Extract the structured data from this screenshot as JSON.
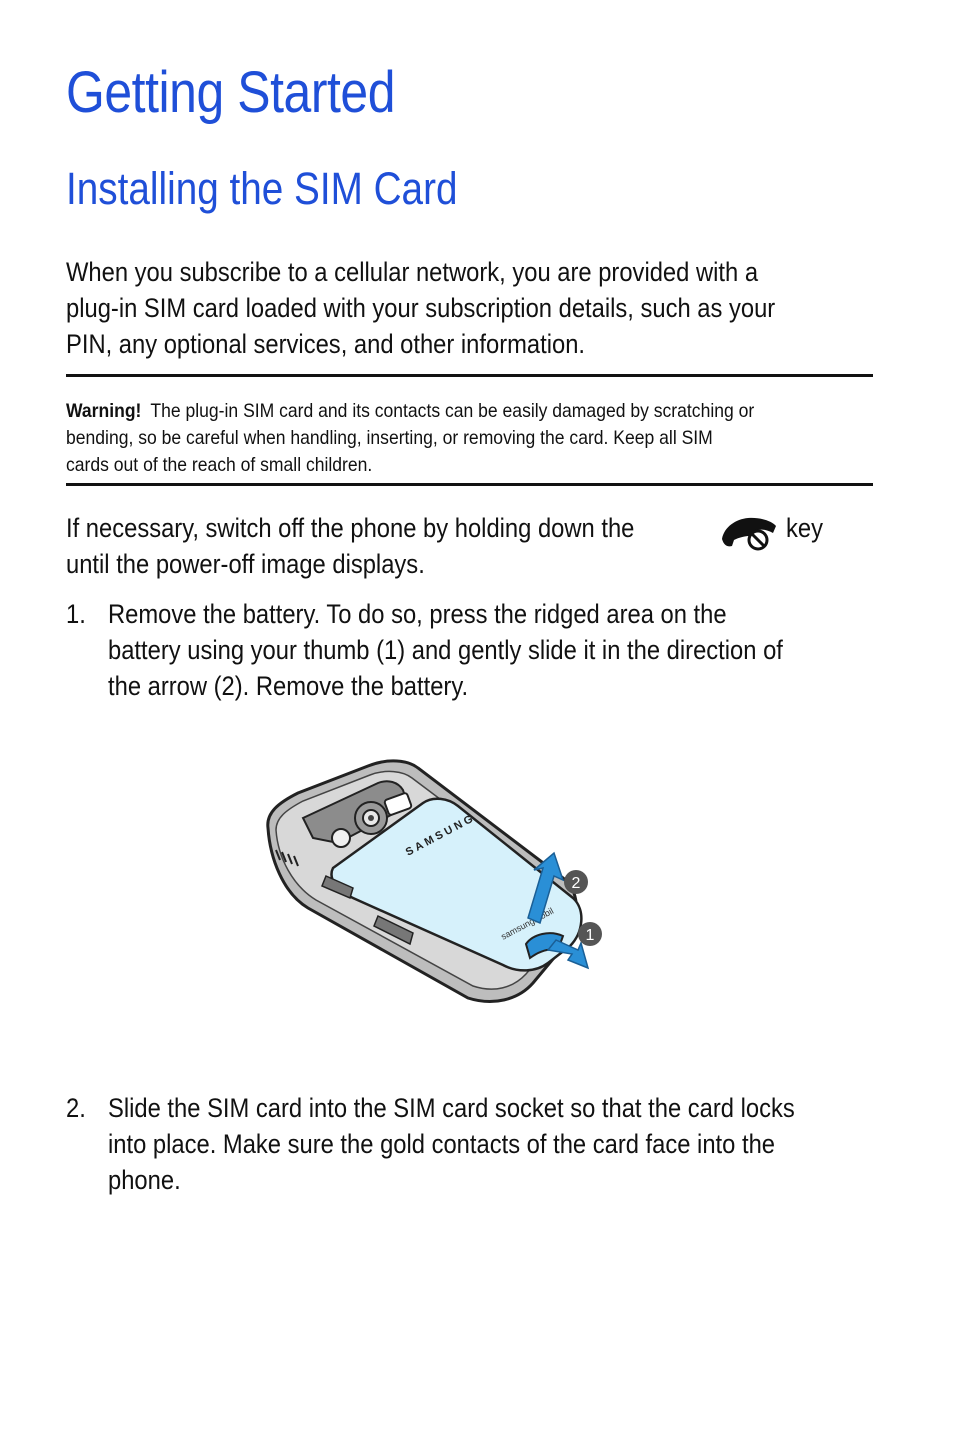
{
  "heading": "Getting Started",
  "subheading": "Installing the SIM Card",
  "intro_lines": [
    "When you subscribe to a cellular network, you are provided with a",
    "plug-in SIM card loaded with your subscription details, such as your",
    "PIN, any optional services, and other information."
  ],
  "warning": {
    "label": "Warning!",
    "lines": [
      "The plug-in SIM card and its contacts can be easily damaged by scratching or",
      "bending, so be careful when handling, inserting, or removing the card. Keep all SIM",
      "cards out of the reach of small children."
    ]
  },
  "power_off": {
    "line1_before": "If necessary, switch off the phone by holding down the",
    "line1_after": "key",
    "line2": "until the power-off image displays.",
    "icon": "end-call-power-key-icon"
  },
  "steps": [
    {
      "number": "1.",
      "lines": [
        "Remove the battery. To do so, press the ridged area on the",
        "battery using your thumb (1) and gently slide it in the direction of",
        "the arrow (2). Remove the battery."
      ]
    },
    {
      "number": "2.",
      "lines": [
        "Slide the SIM card into the SIM card socket so that the card locks",
        "into place. Make sure the gold contacts of the card face into the",
        "phone."
      ]
    }
  ],
  "illustration": {
    "brand": "SAMSUNG",
    "sub_brand": "samsungmobil",
    "callout_1": "1",
    "callout_2": "2",
    "colors": {
      "battery": "#d6f1fb",
      "arrow": "#2a8fd6",
      "body": "#cfcfcf"
    }
  }
}
